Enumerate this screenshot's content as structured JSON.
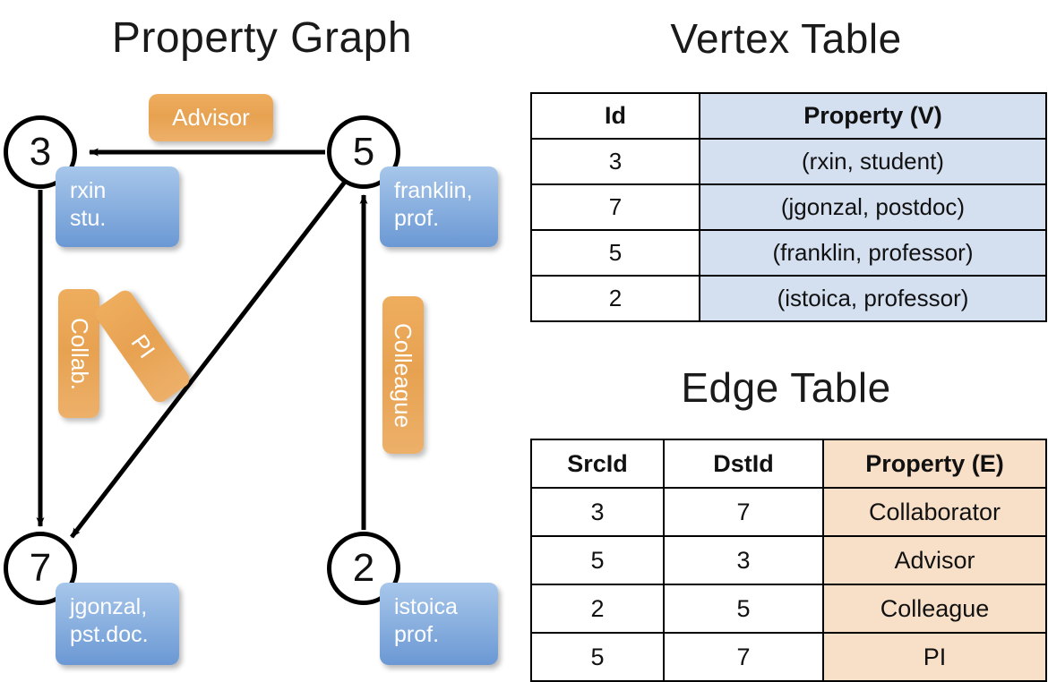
{
  "titles": {
    "property_graph": "Property Graph",
    "vertex_table": "Vertex Table",
    "edge_table": "Edge Table"
  },
  "graph": {
    "vertices": [
      {
        "id": "3",
        "label_line1": "rxin",
        "label_line2": "stu."
      },
      {
        "id": "5",
        "label_line1": "franklin,",
        "label_line2": "prof."
      },
      {
        "id": "7",
        "label_line1": "jgonzal,",
        "label_line2": "pst.doc."
      },
      {
        "id": "2",
        "label_line1": "istoica",
        "label_line2": "prof."
      }
    ],
    "edge_labels": {
      "advisor": "Advisor",
      "collab": "Collab.",
      "pi": "PI",
      "colleague": "Colleague"
    }
  },
  "vertex_table": {
    "columns": [
      "Id",
      "Property (V)"
    ],
    "rows": [
      {
        "id": "3",
        "property": "(rxin, student)"
      },
      {
        "id": "7",
        "property": "(jgonzal, postdoc)"
      },
      {
        "id": "5",
        "property": "(franklin, professor)"
      },
      {
        "id": "2",
        "property": "(istoica, professor)"
      }
    ]
  },
  "edge_table": {
    "columns": [
      "SrcId",
      "DstId",
      "Property (E)"
    ],
    "rows": [
      {
        "src": "3",
        "dst": "7",
        "property": "Collaborator"
      },
      {
        "src": "5",
        "dst": "3",
        "property": "Advisor"
      },
      {
        "src": "2",
        "dst": "5",
        "property": "Colleague"
      },
      {
        "src": "5",
        "dst": "7",
        "property": "PI"
      }
    ]
  },
  "colors": {
    "vertex_header_fill": "#d4dff0",
    "edge_header_fill": "#f8e0c8",
    "vertex_box_blue": "#8cb2e0",
    "edge_box_orange": "#e7a251",
    "stroke": "#000000",
    "background": "#ffffff"
  }
}
